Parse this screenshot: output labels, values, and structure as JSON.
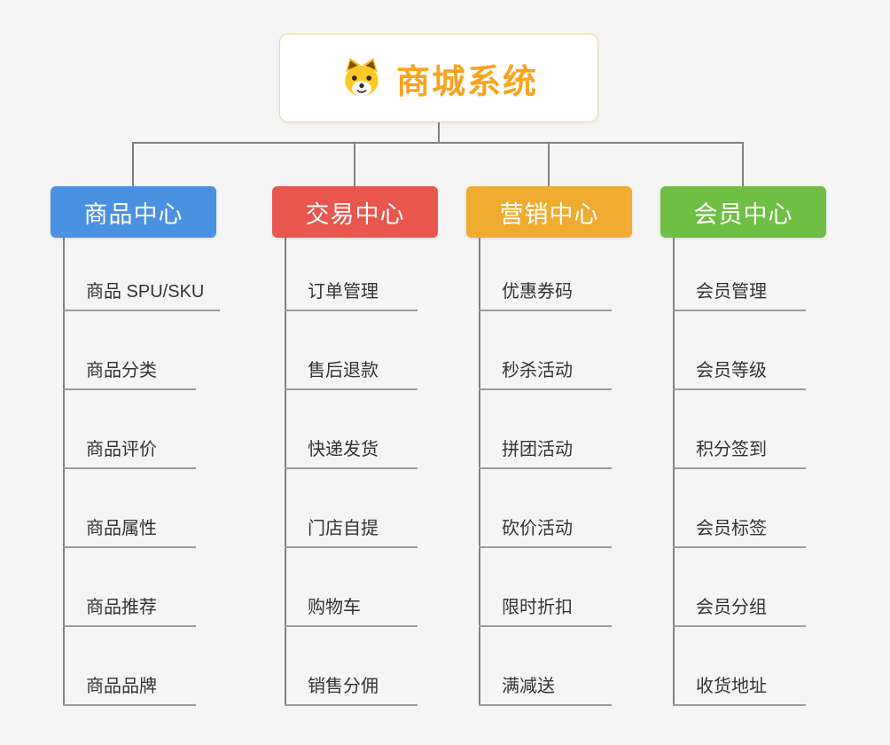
{
  "root": {
    "title": "商城系统",
    "icon": "dog-icon",
    "accent_color": "#f7a421",
    "border_color": "#f2d5a2"
  },
  "branches": [
    {
      "label": "商品中心",
      "color": "#4b91e2",
      "items": [
        "商品 SPU/SKU",
        "商品分类",
        "商品评价",
        "商品属性",
        "商品推荐",
        "商品品牌"
      ]
    },
    {
      "label": "交易中心",
      "color": "#e8564e",
      "items": [
        "订单管理",
        "售后退款",
        "快递发货",
        "门店自提",
        "购物车",
        "销售分佣"
      ]
    },
    {
      "label": "营销中心",
      "color": "#efac30",
      "items": [
        "优惠券码",
        "秒杀活动",
        "拼团活动",
        "砍价活动",
        "限时折扣",
        "满减送"
      ]
    },
    {
      "label": "会员中心",
      "color": "#6fbf44",
      "items": [
        "会员管理",
        "会员等级",
        "积分签到",
        "会员标签",
        "会员分组",
        "收货地址"
      ]
    }
  ]
}
